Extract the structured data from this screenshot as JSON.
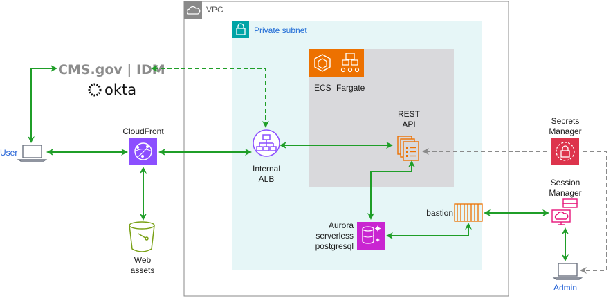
{
  "vpc": {
    "label": "VPC"
  },
  "subnet": {
    "label": "Private subnet"
  },
  "logos": {
    "cms": "CMS.gov | IDM",
    "okta": "okta"
  },
  "nodes": {
    "user": "User",
    "cloudfront": "CloudFront",
    "web_assets": [
      "Web",
      "assets"
    ],
    "internal_alb": [
      "Internal",
      "ALB"
    ],
    "ecs": "ECS",
    "fargate": "Fargate",
    "rest_api": [
      "REST",
      "API"
    ],
    "aurora": [
      "Aurora",
      "serverless",
      "postgresql"
    ],
    "bastion": "bastion",
    "secrets_manager": [
      "Secrets",
      "Manager"
    ],
    "session_manager": [
      "Session",
      "Manager"
    ],
    "admin": "Admin"
  },
  "colors": {
    "green_arrow": "#1f9e28",
    "gray_arrow": "#8a8a8a",
    "cloudfront": "#8c4fff",
    "ecs": "#ed7100",
    "aurora": "#c925d1",
    "secrets": "#dd344c",
    "session": "#e7157b",
    "s3": "#7aa116",
    "alb": "#8c4fff",
    "user_blue": "#1f5fd6"
  }
}
